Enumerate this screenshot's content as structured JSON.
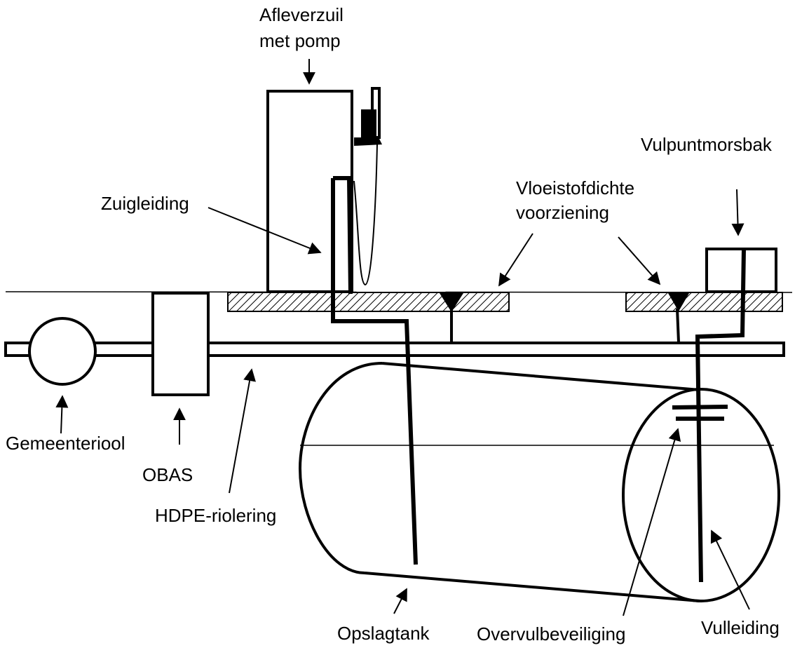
{
  "labels": {
    "afleverzuil_line1": "Afleverzuil",
    "afleverzuil_line2": "met pomp",
    "vulpuntmorsbak": "Vulpuntmorsbak",
    "zuigleiding": "Zuigleiding",
    "vloeistofdichte_line1": "Vloeistofdichte",
    "vloeistofdichte_line2": "voorziening",
    "gemeenteriool": "Gemeenteriool",
    "obas": "OBAS",
    "hdpe_riolering": "HDPE-riolering",
    "opslagtank": "Opslagtank",
    "overvulbeveiliging": "Overvulbeveiliging",
    "vulleiding": "Vulleiding"
  }
}
